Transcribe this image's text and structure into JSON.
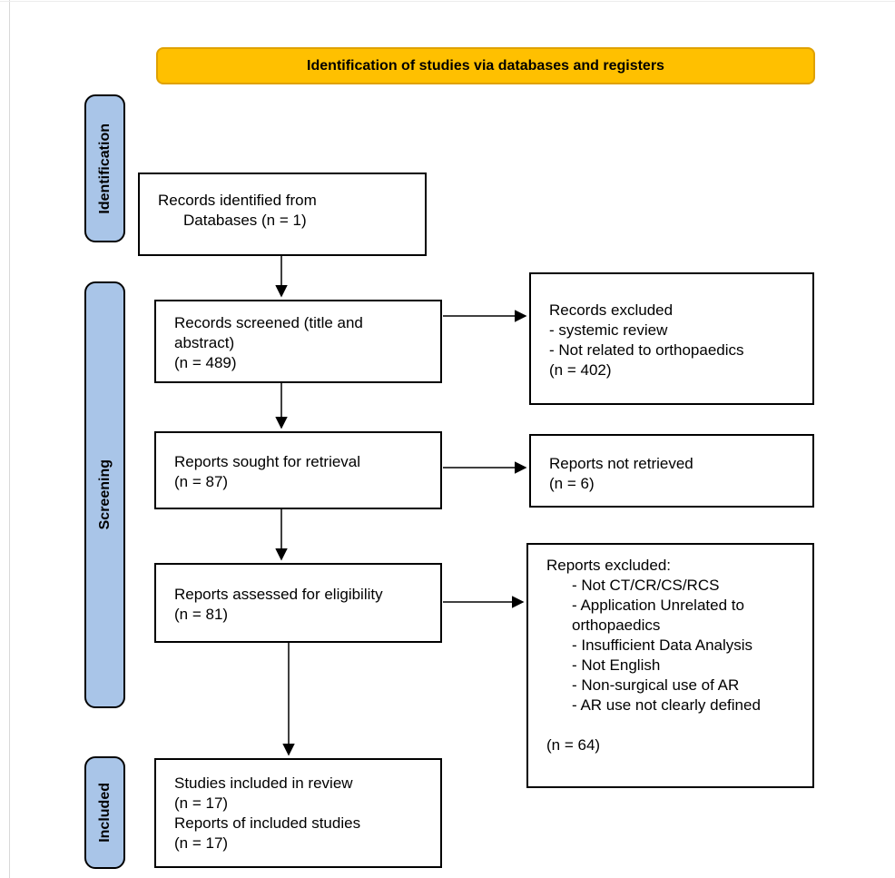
{
  "diagram": {
    "type": "prisma-flow",
    "banner": {
      "label": "Identification of studies via databases and registers"
    },
    "stages": [
      {
        "label": "Identification"
      },
      {
        "label": "Screening"
      },
      {
        "label": "Included"
      }
    ],
    "boxes": {
      "records_identified": {
        "lines": [
          "Records identified from",
          "Databases (n = 1)"
        ]
      },
      "records_screened": {
        "lines": [
          "Records screened (title and",
          "abstract)",
          "(n = 489)"
        ]
      },
      "records_excluded": {
        "lines": [
          "Records excluded",
          "- systemic review",
          "- Not related to orthopaedics",
          "(n = 402)"
        ]
      },
      "reports_sought": {
        "lines": [
          "Reports sought for retrieval",
          "(n = 87)"
        ]
      },
      "reports_not_retrieved": {
        "lines": [
          "Reports not retrieved",
          "(n = 6)"
        ]
      },
      "reports_assessed": {
        "lines": [
          "Reports assessed for eligibility",
          "(n = 81)"
        ]
      },
      "reports_excluded": {
        "lines": [
          "Reports excluded:",
          "- Not CT/CR/CS/RCS",
          "- Application Unrelated to",
          "orthopaedics",
          "- Insufficient Data Analysis",
          "- Not English",
          "- Non-surgical use of AR",
          "- AR use not clearly defined",
          "",
          "(n = 64)"
        ]
      },
      "studies_included": {
        "lines": [
          "Studies included in review",
          "(n = 17)",
          "Reports of included studies",
          "(n = 17)"
        ]
      }
    },
    "colors": {
      "banner_fill": "#FFC000",
      "banner_border": "#DFA100",
      "stage_fill": "#A9C5E8",
      "box_border": "#000000",
      "arrow": "#000000"
    }
  }
}
